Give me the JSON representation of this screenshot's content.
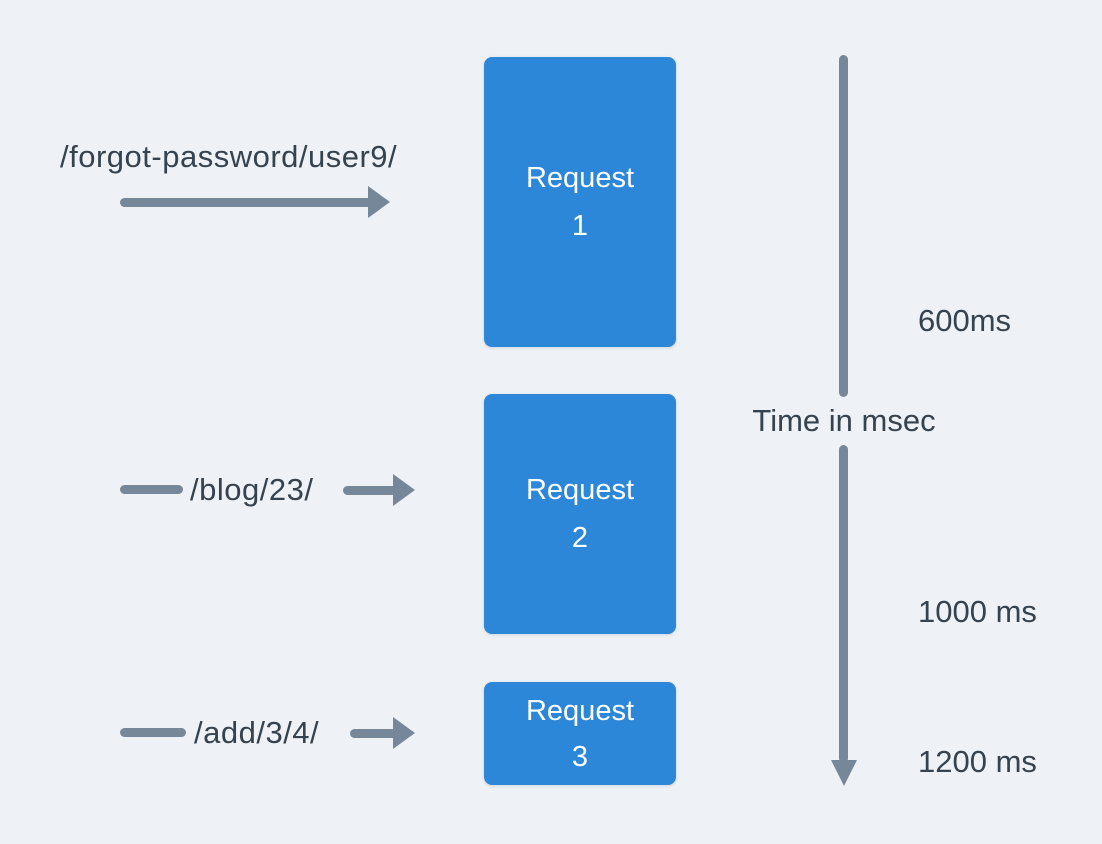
{
  "colors": {
    "background": "#eef2f6",
    "box_blue": "#2d87d8",
    "arrow_gray": "#76879a",
    "text_dark": "#36424e",
    "box_text": "#ffffff"
  },
  "requests": [
    {
      "path": "/forgot-password/user9/",
      "box_line1": "Request",
      "box_line2": "1"
    },
    {
      "path": "/blog/23/",
      "box_line1": "Request",
      "box_line2": "2"
    },
    {
      "path": "/add/3/4/",
      "box_line1": "Request",
      "box_line2": "3"
    }
  ],
  "timeline": {
    "label": "Time in msec",
    "marks": [
      "600ms",
      "1000 ms",
      "1200 ms"
    ]
  }
}
